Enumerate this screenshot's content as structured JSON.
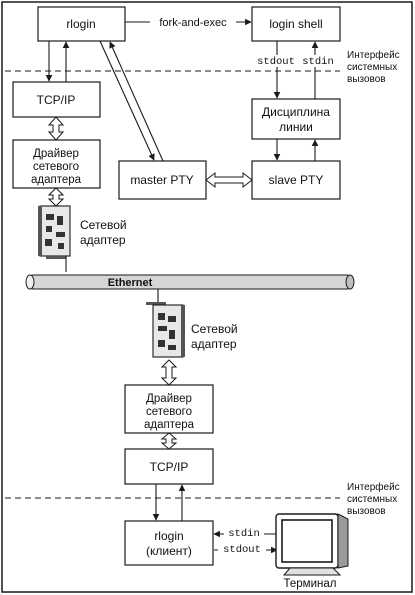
{
  "boxes": {
    "rlogin": "rlogin",
    "login_shell": "login shell",
    "tcpip_top": "TCP/IP",
    "driver_top": [
      "Драйвер",
      "сетевого",
      "адаптера"
    ],
    "discipline": [
      "Дисциплина",
      "линии"
    ],
    "master_pty": "master PTY",
    "slave_pty": "slave PTY",
    "driver_bottom": [
      "Драйвер",
      "сетевого",
      "адаптера"
    ],
    "tcpip_bottom": "TCP/IP",
    "rlogin_client": [
      "rlogin",
      "(клиент)"
    ]
  },
  "labels": {
    "fork_and_exec": "fork-and-exec",
    "stdout_top": "stdout",
    "stdin_top": "stdin",
    "syscall_top": [
      "Интерфейс",
      "системных",
      "вызовов"
    ],
    "syscall_bottom": [
      "Интерфейс",
      "системных",
      "вызовов"
    ],
    "adapter_top": [
      "Сетевой",
      "адаптер"
    ],
    "adapter_bottom": [
      "Сетевой",
      "адаптер"
    ],
    "ethernet": "Ethernet",
    "stdin_bottom": "stdin",
    "stdout_bottom": "stdout",
    "terminal": "Терминал"
  },
  "colors": {
    "stroke": "#1a1a1a",
    "ethernet_fill": "#d6d6d6",
    "card_fill": "#e8e8e8"
  }
}
